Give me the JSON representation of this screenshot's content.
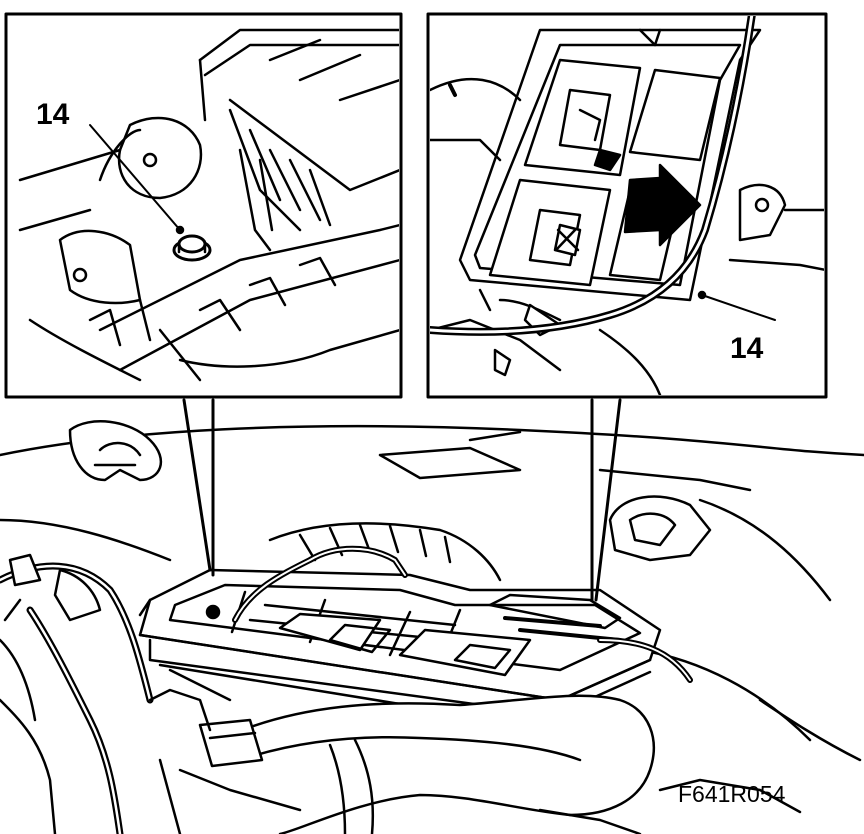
{
  "callouts": {
    "left_inset": "14",
    "right_inset": "14"
  },
  "figure_code": "F641R054"
}
